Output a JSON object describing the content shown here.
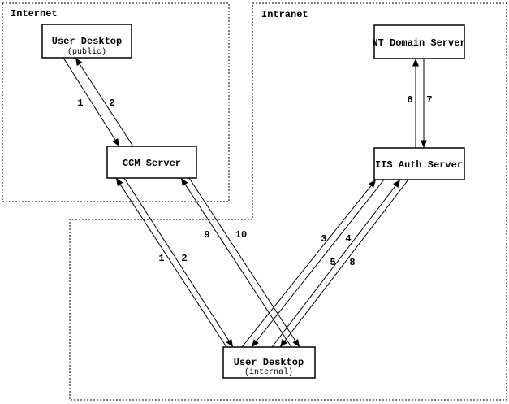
{
  "colors": {
    "line": "#000000",
    "background": "#ffffff"
  },
  "regions": {
    "internet": {
      "label": "Internet"
    },
    "intranet": {
      "label": "Intranet"
    }
  },
  "nodes": {
    "desktop_public": {
      "title": "User Desktop",
      "subtitle": "(public)"
    },
    "ccm": {
      "title": "CCM Server"
    },
    "nt": {
      "title": "NT Domain Server"
    },
    "iis": {
      "title": "IIS Auth Server"
    },
    "desktop_internal": {
      "title": "User Desktop",
      "subtitle": "(internal)"
    }
  },
  "edges": {
    "e1_public": {
      "label": "1",
      "from": "User Desktop (public)",
      "to": "CCM Server"
    },
    "e2_public": {
      "label": "2",
      "from": "CCM Server",
      "to": "User Desktop (public)"
    },
    "e1_internal": {
      "label": "1",
      "from": "User Desktop (internal)",
      "to": "CCM Server"
    },
    "e2_internal": {
      "label": "2",
      "from": "CCM Server",
      "to": "User Desktop (internal)"
    },
    "e3": {
      "label": "3",
      "from": "User Desktop (internal)",
      "to": "IIS Auth Server"
    },
    "e4": {
      "label": "4",
      "from": "IIS Auth Server",
      "to": "User Desktop (internal)"
    },
    "e5": {
      "label": "5",
      "from": "User Desktop (internal)",
      "to": "IIS Auth Server"
    },
    "e8": {
      "label": "8",
      "from": "IIS Auth Server",
      "to": "User Desktop (internal)"
    },
    "e9": {
      "label": "9",
      "from": "User Desktop (internal)",
      "to": "CCM Server"
    },
    "e10": {
      "label": "10",
      "from": "CCM Server",
      "to": "User Desktop (internal)"
    },
    "e6": {
      "label": "6",
      "from": "IIS Auth Server",
      "to": "NT Domain Server"
    },
    "e7": {
      "label": "7",
      "from": "NT Domain Server",
      "to": "IIS Auth Server"
    }
  }
}
